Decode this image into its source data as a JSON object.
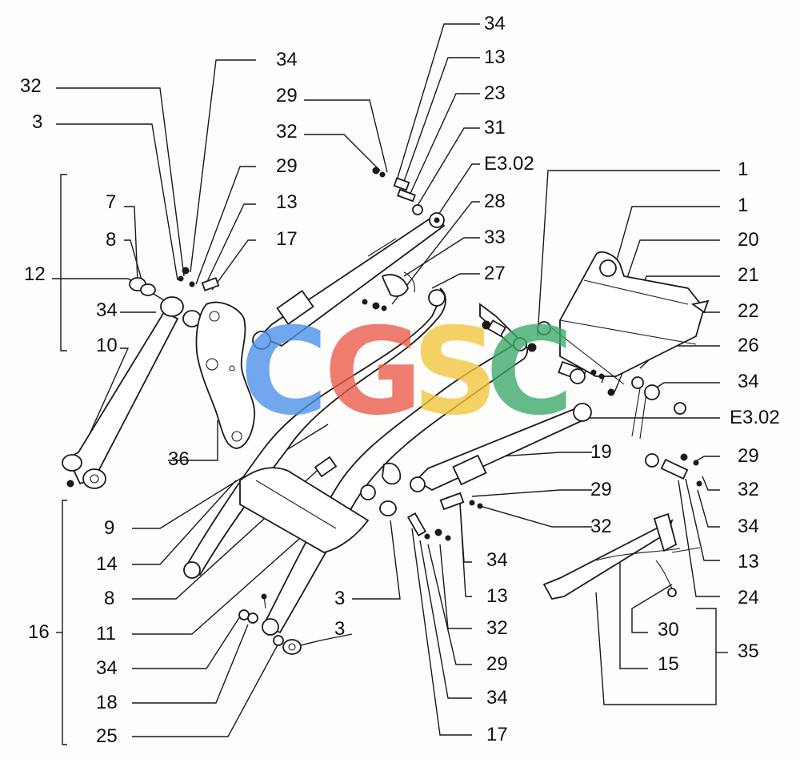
{
  "watermark": {
    "letters": [
      "C",
      "G",
      "S",
      "C"
    ],
    "colors": [
      "#4a8fea",
      "#ea5a4a",
      "#f2c53a",
      "#3aa86a"
    ]
  },
  "callouts": {
    "c1": "34",
    "c2": "13",
    "c3": "23",
    "c4": "31",
    "c5": "E3.02",
    "c6": "28",
    "c7": "33",
    "c8": "27",
    "c9": "29",
    "c10": "32",
    "c11": "34",
    "c12": "32",
    "c13": "3",
    "c14": "29",
    "c15": "13",
    "c16": "17",
    "c17": "7",
    "c18": "8",
    "c19": "12",
    "c20": "34",
    "c21": "10",
    "c22": "1",
    "c23": "1",
    "c24": "20",
    "c25": "21",
    "c26": "22",
    "c27": "26",
    "c28": "34",
    "c29": "E3.02",
    "c30": "19",
    "c31": "29",
    "c32": "32",
    "c33": "34",
    "c34": "13",
    "c35": "29",
    "c36": "32",
    "c37": "34",
    "c38": "13",
    "c39": "24",
    "c40": "36",
    "c41": "9",
    "c42": "14",
    "c43": "8",
    "c44": "11",
    "c45": "34",
    "c46": "18",
    "c47": "25",
    "c48": "16",
    "c49": "3",
    "c50": "3",
    "c51": "32",
    "c52": "29",
    "c53": "34",
    "c54": "17",
    "c55": "30",
    "c56": "15",
    "c57": "35"
  }
}
